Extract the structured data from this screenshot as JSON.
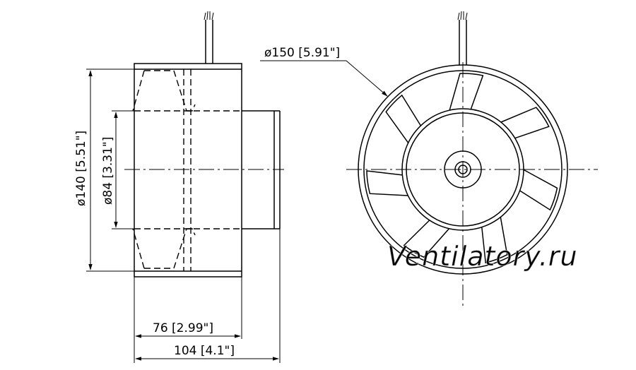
{
  "dimensions": {
    "overall_diameter": "ø150 [5.91\"]",
    "body_diameter": "ø140 [5.51\"]",
    "duct_diameter": "ø84 [3.31\"]",
    "body_length": "76 [2.99\"]",
    "total_length": "104 [4.1\"]"
  },
  "watermark": "Ventilatory.ru",
  "fan": {
    "blade_count": 7
  }
}
